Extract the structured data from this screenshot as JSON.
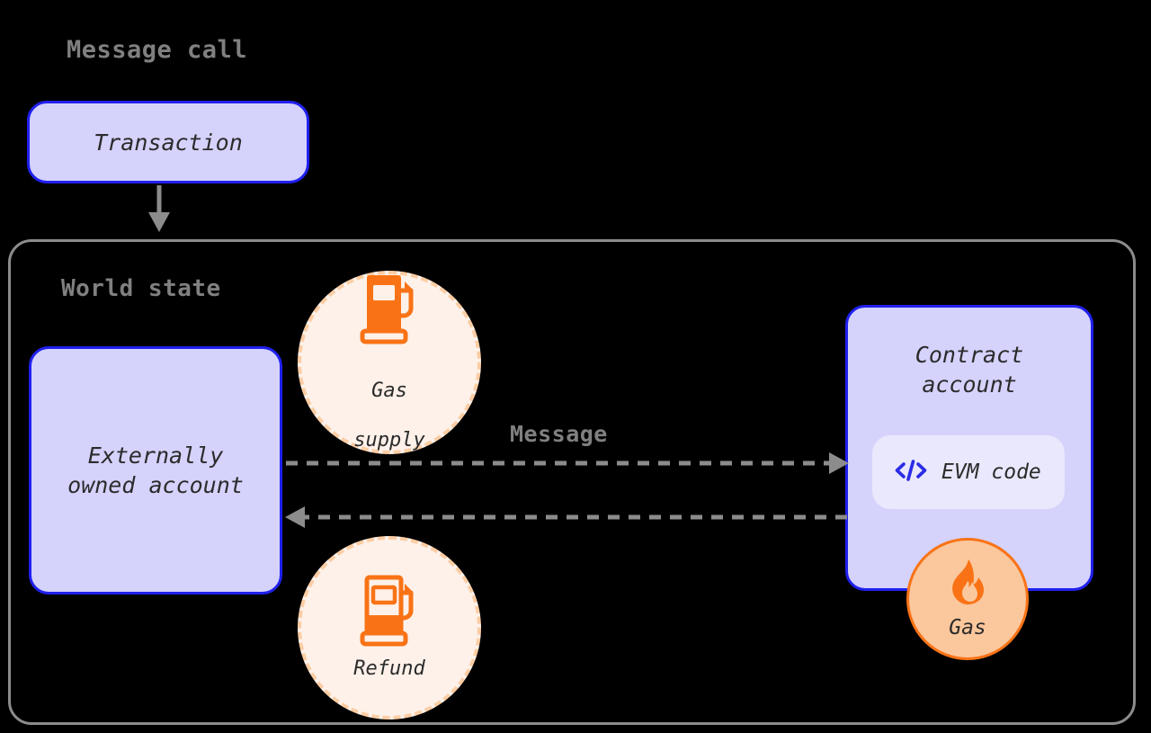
{
  "diagram": {
    "title": "Message call",
    "colors": {
      "background": "#000000",
      "node_fill": "#d5d2fc",
      "node_border": "#2020ee",
      "frame_border": "#8c8c8c",
      "heading_text": "#808080",
      "body_text": "#2b2b2b",
      "accent_orange": "#f97316",
      "circle_fill_cream": "#fdf1e9",
      "circle_dash_border": "#fbcda4",
      "gas_circle_fill": "#fbc79c",
      "evm_pill_fill": "#e9e8fd",
      "arrow_grey": "#8c8c8c"
    },
    "headings": {
      "message_call": "Message call",
      "world_state": "World state",
      "message": "Message"
    },
    "nodes": {
      "transaction": {
        "label": "Transaction"
      },
      "externally_owned_account": {
        "label": "Externally\nowned account",
        "line1": "Externally",
        "line2": "owned account"
      },
      "contract_account": {
        "label": "Contract\naccount",
        "line1": "Contract",
        "line2": "account"
      },
      "evm_code": {
        "label": "EVM code",
        "icon": "code-brackets-icon"
      }
    },
    "badges": {
      "gas_supply": {
        "label": "Gas\nsupply",
        "line1": "Gas",
        "line2": "supply",
        "icon": "fuel-pump-full-icon"
      },
      "refund": {
        "label": "Refund",
        "icon": "fuel-pump-partial-icon"
      },
      "gas": {
        "label": "Gas",
        "icon": "flame-icon"
      }
    },
    "arrows": [
      {
        "name": "transaction-to-world-state",
        "style": "solid",
        "direction": "down",
        "from": "transaction",
        "to": "world-state"
      },
      {
        "name": "eoa-to-contract",
        "style": "dashed",
        "direction": "right",
        "from": "externally-owned-account",
        "to": "contract-account",
        "label": "Message"
      },
      {
        "name": "contract-to-eoa",
        "style": "dashed",
        "direction": "left",
        "from": "contract-account",
        "to": "externally-owned-account",
        "label": ""
      }
    ]
  }
}
